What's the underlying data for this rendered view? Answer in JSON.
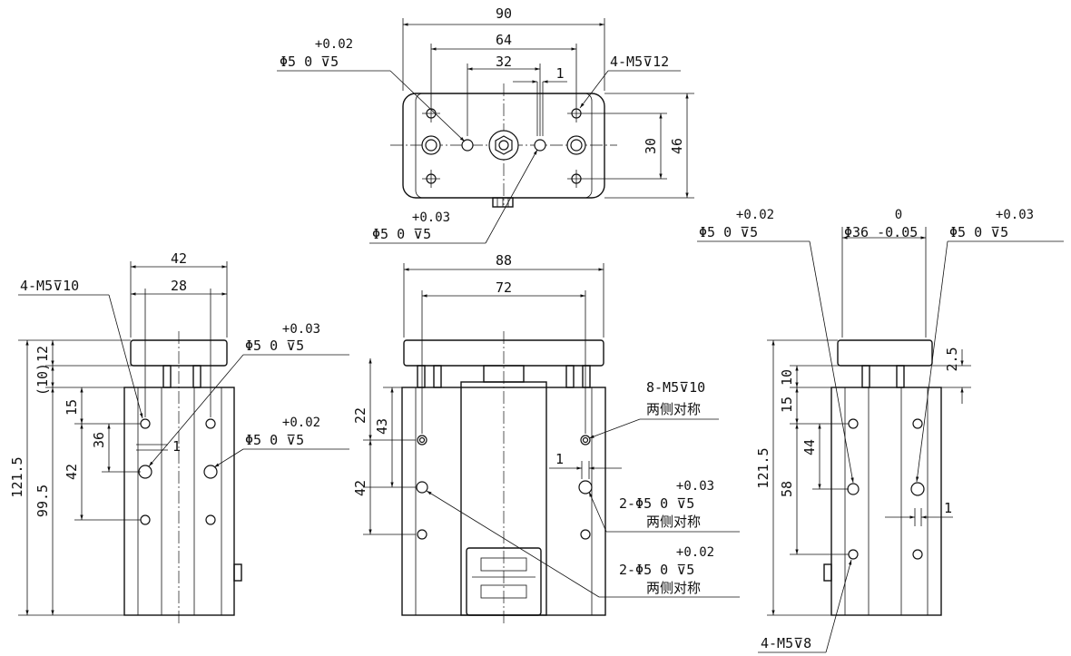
{
  "top_view": {
    "dims": {
      "w90": "90",
      "w64": "64",
      "w32": "32",
      "w1": "1",
      "h30": "30",
      "h46": "46"
    },
    "tol_upper_left": "+0.02",
    "callout_left": "Φ5  0   ⊽5",
    "tol_upper_bottom": "+0.03",
    "callout_bottom": "Φ5  0   ⊽5",
    "thread_callout": "4-M5⊽12"
  },
  "left_view": {
    "dims": {
      "w42": "42",
      "w28": "28",
      "h12": "12",
      "h10p": "(10)",
      "h15": "15",
      "h36": "36",
      "h42": "42",
      "h1": "1",
      "h121": "121.5",
      "h99": "99.5"
    },
    "thread_callout": "4-M5⊽10",
    "tol_a": "+0.03",
    "callout_a": "Φ5  0   ⊽5",
    "tol_b": "+0.02",
    "callout_b": "Φ5  0   ⊽5"
  },
  "front_view": {
    "dims": {
      "w88": "88",
      "w72": "72",
      "h22": "22",
      "h43": "43",
      "h42": "42",
      "w1": "1"
    },
    "thread_callout": "8-M5⊽10",
    "thread_note": "两侧对称",
    "tol_a": "+0.03",
    "callout_a": "2-Φ5  0   ⊽5",
    "note_a": "两侧对称",
    "tol_b": "+0.02",
    "callout_b": "2-Φ5  0   ⊽5",
    "note_b": "两侧对称"
  },
  "right_view": {
    "dims": {
      "h15": "15",
      "h10": "10",
      "h44": "44",
      "h58": "58",
      "h121": "121.5",
      "h2_5": "2.5",
      "w1": "1"
    },
    "tol_left": "+0.02",
    "callout_left": "Φ5  0   ⊽5",
    "tol_mid": "0",
    "callout_mid": "Φ36 -0.05",
    "tol_right": "+0.03",
    "callout_right": "Φ5  0   ⊽5",
    "thread_callout": "4-M5⊽8"
  }
}
